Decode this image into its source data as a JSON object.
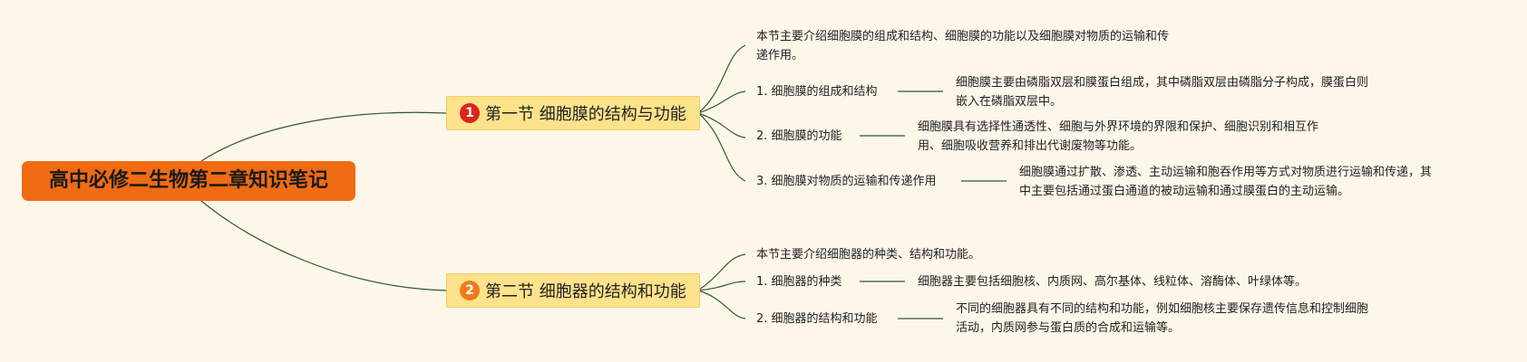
{
  "root": {
    "title": "高中必修二生物第二章知识笔记"
  },
  "sections": [
    {
      "badge": "1",
      "title": "第一节 细胞膜的结构与功能",
      "intro": [
        "本节主要介绍细胞膜的组成和结构、细胞膜的功能以及细胞膜对物质的运输和传",
        "递作用。"
      ],
      "topics": [
        {
          "label": "1. 细胞膜的组成和结构",
          "detail": [
            "细胞膜主要由磷脂双层和膜蛋白组成，其中磷脂双层由磷脂分子构成，膜蛋白则",
            "嵌入在磷脂双层中。"
          ]
        },
        {
          "label": "2. 细胞膜的功能",
          "detail": [
            "细胞膜具有选择性通透性、细胞与外界环境的界限和保护、细胞识别和相互作",
            "用、细胞吸收营养和排出代谢废物等功能。"
          ]
        },
        {
          "label": "3. 细胞膜对物质的运输和传递作用",
          "detail": [
            "细胞膜通过扩散、渗透、主动运输和胞吞作用等方式对物质进行运输和传递，其",
            "中主要包括通过蛋白通道的被动运输和通过膜蛋白的主动运输。"
          ]
        }
      ]
    },
    {
      "badge": "2",
      "title": "第二节 细胞器的结构和功能",
      "intro": [
        "本节主要介绍细胞器的种类、结构和功能。"
      ],
      "topics": [
        {
          "label": "1. 细胞器的种类",
          "detail": [
            "细胞器主要包括细胞核、内质网、高尔基体、线粒体、溶酶体、叶绿体等。"
          ]
        },
        {
          "label": "2. 细胞器的结构和功能",
          "detail": [
            "不同的细胞器具有不同的结构和功能，例如细胞核主要保存遗传信息和控制细胞",
            "活动，内质网参与蛋白质的合成和运输等。"
          ]
        }
      ]
    }
  ],
  "colors": {
    "background": "#fdf7e9",
    "root": "#f06b14",
    "section": "#fde28c",
    "line": "#2f5a2b",
    "badge1": "#d9261c",
    "badge2": "#f07a1a"
  }
}
